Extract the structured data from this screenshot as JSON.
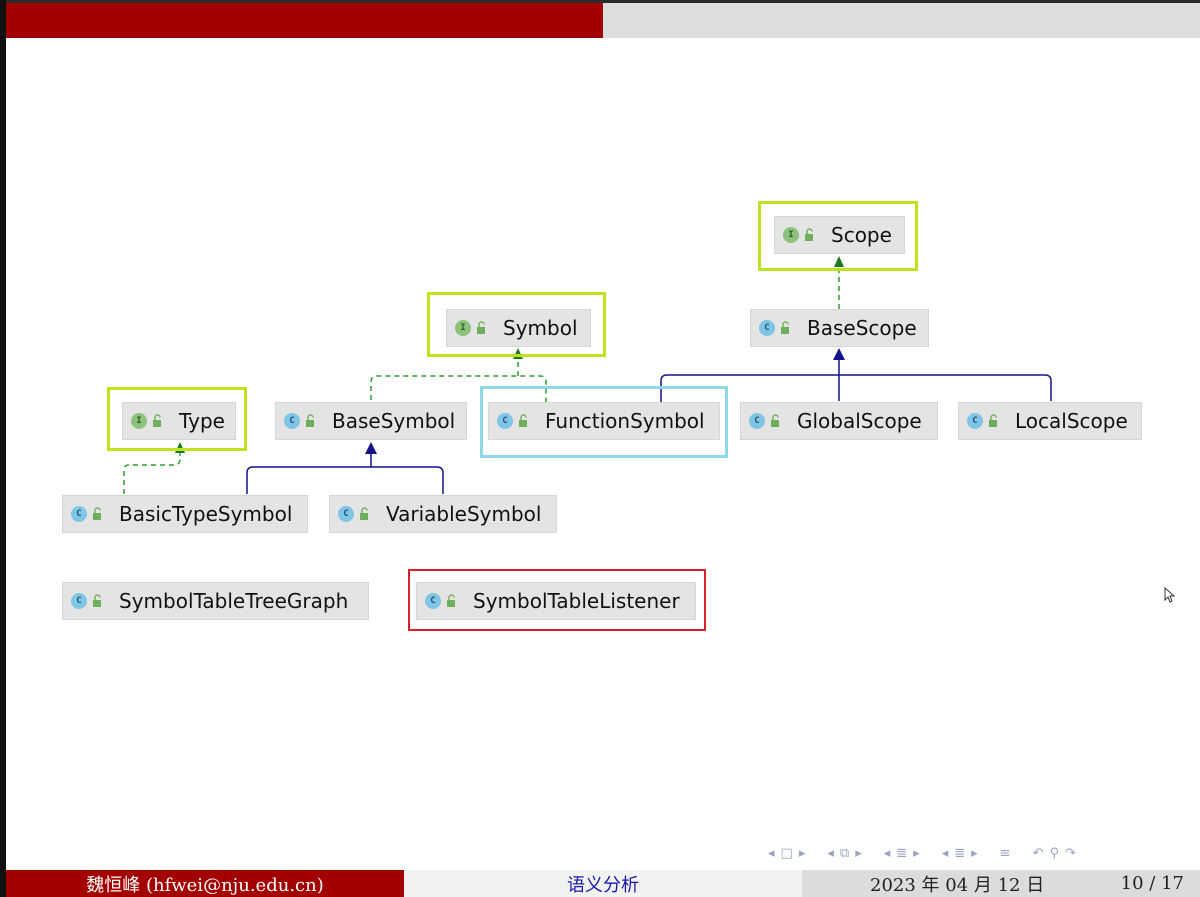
{
  "diagram": {
    "nodes": {
      "scope": {
        "label": "Scope",
        "kind": "interface",
        "badge": "I"
      },
      "symbol": {
        "label": "Symbol",
        "kind": "interface",
        "badge": "I"
      },
      "base_scope": {
        "label": "BaseScope",
        "kind": "class",
        "badge": "C"
      },
      "type": {
        "label": "Type",
        "kind": "interface",
        "badge": "I"
      },
      "base_symbol": {
        "label": "BaseSymbol",
        "kind": "class",
        "badge": "C"
      },
      "function_symbol": {
        "label": "FunctionSymbol",
        "kind": "class",
        "badge": "C"
      },
      "global_scope": {
        "label": "GlobalScope",
        "kind": "class",
        "badge": "C"
      },
      "local_scope": {
        "label": "LocalScope",
        "kind": "class",
        "badge": "C"
      },
      "basic_type_symbol": {
        "label": "BasicTypeSymbol",
        "kind": "class",
        "badge": "C"
      },
      "variable_symbol": {
        "label": "VariableSymbol",
        "kind": "class",
        "badge": "C"
      },
      "symbol_table_tree_graph": {
        "label": "SymbolTableTreeGraph",
        "kind": "class",
        "badge": "C"
      },
      "symbol_table_listener": {
        "label": "SymbolTableListener",
        "kind": "class",
        "badge": "C"
      }
    },
    "edges": [
      {
        "from": "BaseScope",
        "to": "Scope",
        "relation": "implements"
      },
      {
        "from": "BaseSymbol",
        "to": "Symbol",
        "relation": "implements"
      },
      {
        "from": "FunctionSymbol",
        "to": "Symbol",
        "relation": "implements"
      },
      {
        "from": "FunctionSymbol",
        "to": "BaseScope",
        "relation": "extends"
      },
      {
        "from": "GlobalScope",
        "to": "BaseScope",
        "relation": "extends"
      },
      {
        "from": "LocalScope",
        "to": "BaseScope",
        "relation": "extends"
      },
      {
        "from": "BasicTypeSymbol",
        "to": "Type",
        "relation": "implements"
      },
      {
        "from": "BasicTypeSymbol",
        "to": "BaseSymbol",
        "relation": "extends"
      },
      {
        "from": "VariableSymbol",
        "to": "BaseSymbol",
        "relation": "extends"
      }
    ],
    "colors": {
      "interface_badge": "#8cc37a",
      "class_badge": "#7ec5e6",
      "implements_edge": "#2e9e2e",
      "extends_edge": "#13138a",
      "interface_highlight": "#bde31f",
      "function_highlight": "#8fd8e8",
      "listener_highlight": "#d8212a"
    }
  },
  "navigation": {
    "icons": [
      "frame-prev-icon",
      "frame-icon",
      "frame-next-icon",
      "subsection-prev-icon",
      "subsection-icon",
      "subsection-next-icon",
      "section-prev-icon",
      "section-icon",
      "section-next-icon",
      "toc-icon",
      "undo-icon",
      "search-icon",
      "redo-icon"
    ]
  },
  "footer": {
    "author": "魏恒峰  (hfwei@nju.edu.cn)",
    "title": "语义分析",
    "date": "2023 年 04 月 12 日",
    "page": "10 / 17"
  },
  "theme": {
    "header_red": "#a30000",
    "header_gray": "#dedede",
    "footer_title_color": "#1a1aa8"
  }
}
